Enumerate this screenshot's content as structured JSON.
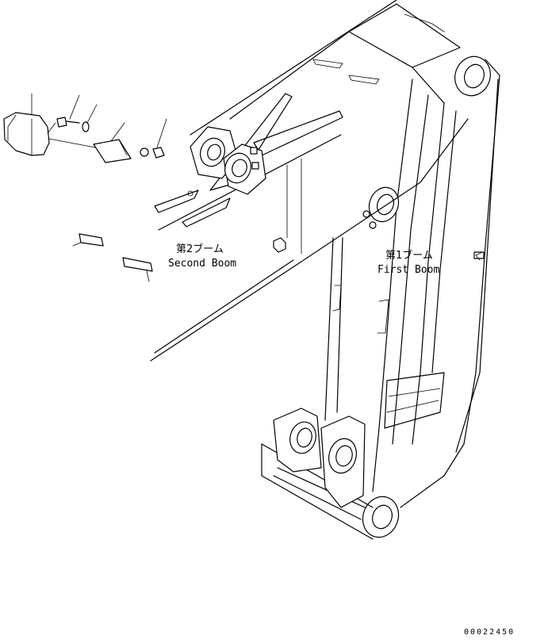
{
  "labels": {
    "second_boom_jp": "第2ブーム",
    "second_boom_en": "Second Boom",
    "first_boom_jp": "第1ブーム",
    "first_boom_en": "First Boom"
  },
  "drawing_number": "00022450",
  "colors": {
    "line": "#000000",
    "background": "#ffffff"
  }
}
